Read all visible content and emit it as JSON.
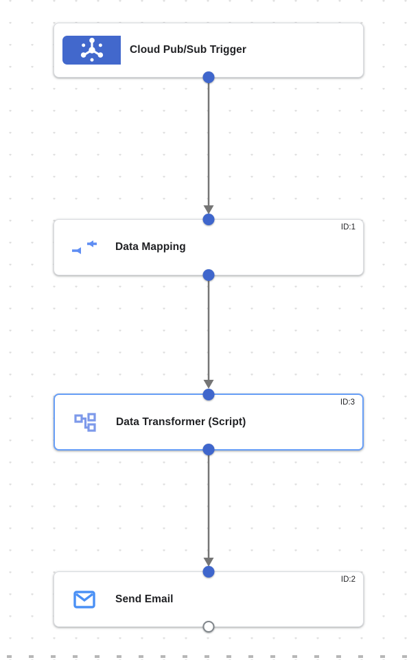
{
  "canvas": {
    "type_label": "integration-workflow-canvas",
    "dot_grid_color": "#e1e1e1",
    "edge_color": "#757575"
  },
  "colors": {
    "trigger_block_blue": "#4268cc",
    "port_blue": "#3f66cc",
    "selected_border_blue": "#669df6",
    "mapping_icon_blue": "#5f8ef3",
    "transformer_icon_blue": "#7d99ea",
    "email_icon_blue": "#4a90f5",
    "label_color": "#202124"
  },
  "nodes": [
    {
      "label": "Cloud Pub/Sub Trigger",
      "id_label": "",
      "type": "trigger",
      "icon": "pubsub-icon",
      "selected": false
    },
    {
      "label": "Data Mapping",
      "id_label": "ID:1",
      "type": "task",
      "icon": "data-mapping-icon",
      "selected": false
    },
    {
      "label": "Data Transformer (Script)",
      "id_label": "ID:3",
      "type": "task",
      "icon": "data-transformer-icon",
      "selected": true
    },
    {
      "label": "Send Email",
      "id_label": "ID:2",
      "type": "task",
      "icon": "email-icon",
      "selected": false
    }
  ],
  "edges": [
    {
      "from": "Cloud Pub/Sub Trigger",
      "to": "Data Mapping"
    },
    {
      "from": "Data Mapping",
      "to": "Data Transformer (Script)"
    },
    {
      "from": "Data Transformer (Script)",
      "to": "Send Email"
    }
  ]
}
